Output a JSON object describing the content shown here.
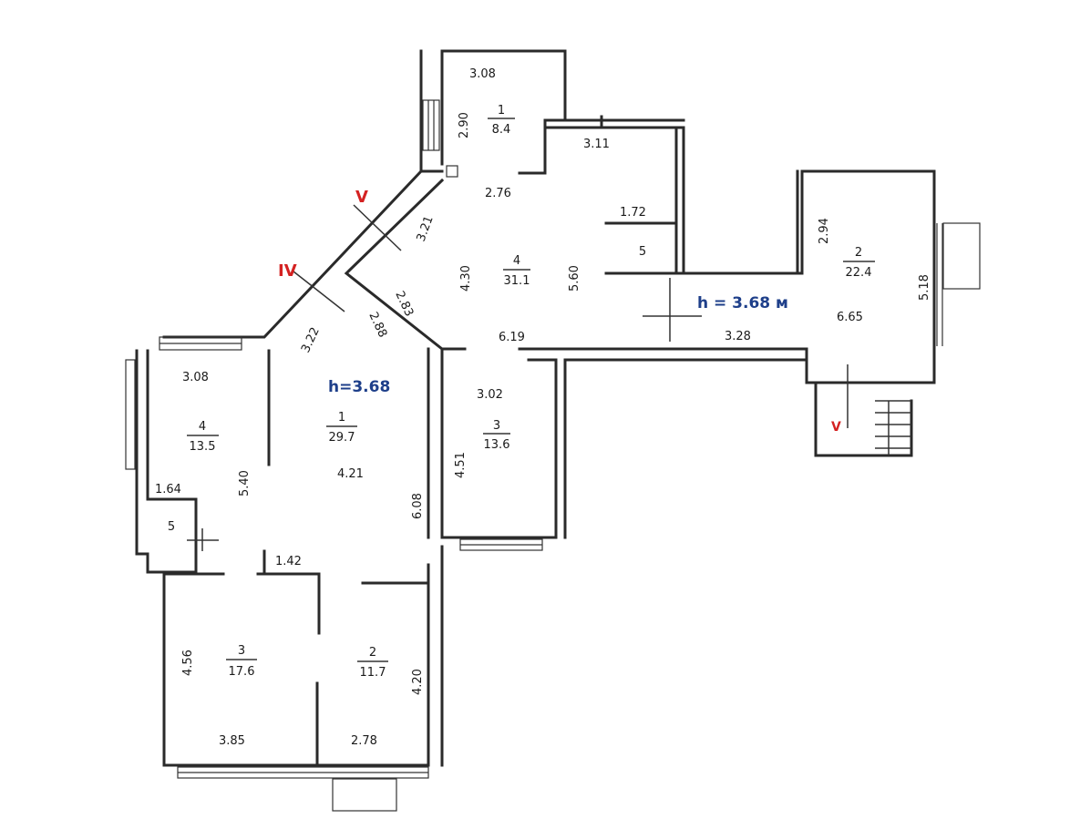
{
  "heights": {
    "left": "h=3.68",
    "right": "h = 3.68 м"
  },
  "sections": {
    "iv": "IV",
    "v_top": "V",
    "v_bottom": "V"
  },
  "rooms": [
    {
      "id": "top-1",
      "num": "1",
      "area": "8.4"
    },
    {
      "id": "top-4",
      "num": "4",
      "area": "31.1"
    },
    {
      "id": "top-5",
      "num": "5",
      "area": ""
    },
    {
      "id": "top-3",
      "num": "3",
      "area": "13.6"
    },
    {
      "id": "right-2",
      "num": "2",
      "area": "22.4"
    },
    {
      "id": "left-1",
      "num": "1",
      "area": "29.7"
    },
    {
      "id": "left-4",
      "num": "4",
      "area": "13.5"
    },
    {
      "id": "left-5",
      "num": "5",
      "area": ""
    },
    {
      "id": "left-3",
      "num": "3",
      "area": "17.6"
    },
    {
      "id": "left-2",
      "num": "2",
      "area": "11.7"
    }
  ],
  "dimensions": {
    "d_308_top": "3.08",
    "d_290": "2.90",
    "d_311": "3.11",
    "d_276": "2.76",
    "d_172": "1.72",
    "d_321": "3.21",
    "d_430": "4.30",
    "d_560": "5.60",
    "d_619": "6.19",
    "d_328": "3.28",
    "d_294": "2.94",
    "d_518": "5.18",
    "d_665": "6.65",
    "d_283": "2.83",
    "d_288": "2.88",
    "d_322": "3.22",
    "d_302": "3.02",
    "d_451": "4.51",
    "d_308_left": "3.08",
    "d_421": "4.21",
    "d_540": "5.40",
    "d_608": "6.08",
    "d_164": "1.64",
    "d_142": "1.42",
    "d_456": "4.56",
    "d_420": "4.20",
    "d_385": "3.85",
    "d_278": "2.78"
  }
}
